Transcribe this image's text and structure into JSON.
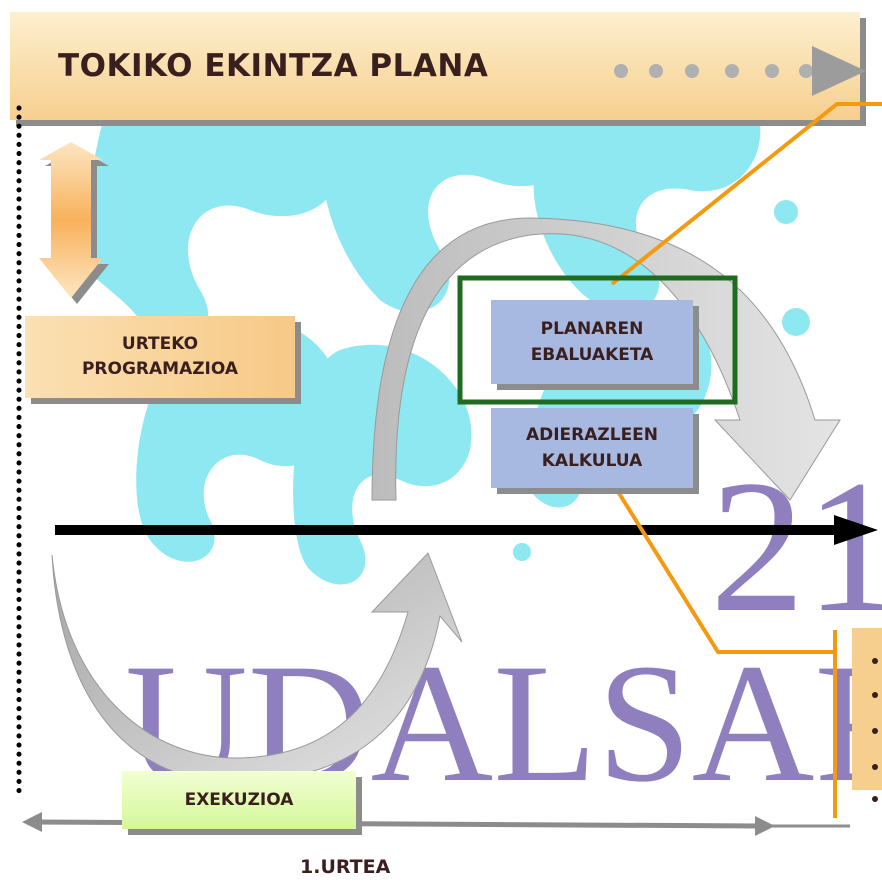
{
  "title": "TOKIKO EKINTZA PLANA",
  "annual_programming": {
    "line1": "URTEKO",
    "line2": "PROGRAMAZIOA"
  },
  "plan_evaluation": {
    "line1": "PLANAREN",
    "line2": "EBALUAKETA"
  },
  "indicator_calculation": {
    "line1": "ADIERAZLEEN",
    "line2": "KALKULUA"
  },
  "execution": "EXEKUZIOA",
  "year_axis_label": "1.URTEA",
  "watermark": {
    "logo_text": "UDALSAREA",
    "logo_number": "21"
  },
  "colors": {
    "title_bar": "#f6cf8e",
    "blue_box": "#a7b9e0",
    "green_box": "#d4f79a",
    "highlight_border": "#1f6b1f",
    "connector": "#f39a12",
    "watermark_cyan": "#8ee8f2",
    "watermark_purple": "#8f7fbf"
  }
}
